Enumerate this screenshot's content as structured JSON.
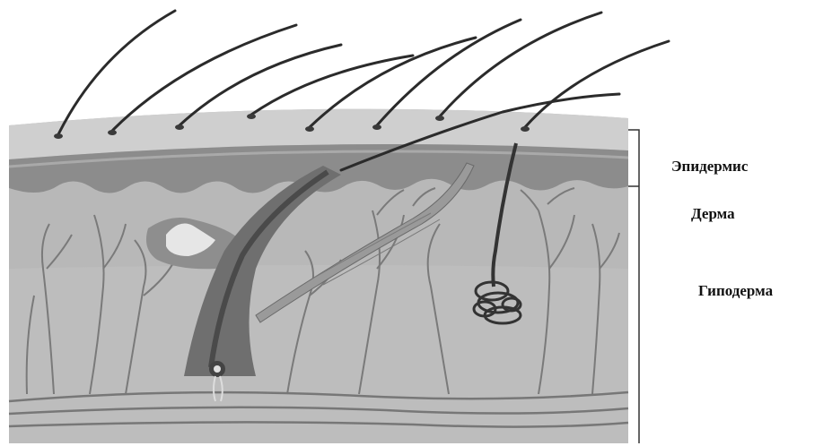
{
  "labels": {
    "epidermis": "Эпидермис",
    "dermis": "Дерма",
    "hypodermis": "Гиподерма"
  },
  "colors": {
    "surface_layer": "#c9c9c9",
    "epidermis_band": "#8a8a8a",
    "dermis_fill": "#b4b4b4",
    "hypodermis_fill": "#bdbdbd",
    "follicle": "#6e6e6e",
    "hair": "#2b2b2b",
    "vessel": "#7d7d7d",
    "gland_dark": "#3a3a3a"
  },
  "elements": {
    "structures": [
      "hair-shafts",
      "hair-follicle",
      "sebaceous-gland",
      "arrector-pili-muscle",
      "sweat-gland",
      "blood-vessels"
    ]
  }
}
